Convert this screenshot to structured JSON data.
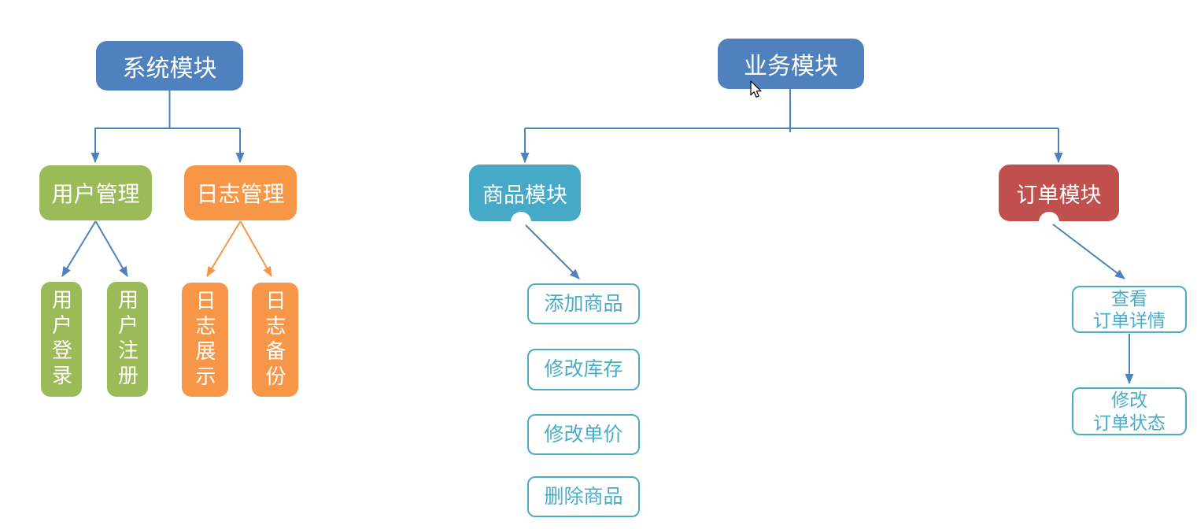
{
  "palette": {
    "canvas_bg": "#FFFFFF",
    "root_blue": "#4E81BD",
    "user_green": "#9BBB59",
    "log_orange": "#F79646",
    "goods_teal": "#47A9C8",
    "order_red": "#C0504D",
    "connector_blue": "#4F81BD",
    "connector_orange": "#F79646",
    "leaf_teal": "#4BACC6",
    "node_text": "#FFFFFF"
  },
  "left_tree": {
    "root": {
      "label": "系统模块"
    },
    "branches": [
      {
        "label": "用户管理",
        "children": [
          "用户登录",
          "用户注册"
        ]
      },
      {
        "label": "日志管理",
        "children": [
          "日志展示",
          "日志备份"
        ]
      }
    ]
  },
  "right_tree": {
    "root": {
      "label": "业务模块"
    },
    "branches": [
      {
        "label": "商品模块",
        "children": [
          "添加商品",
          "修改库存",
          "修改单价",
          "删除商品"
        ]
      },
      {
        "label": "订单模块",
        "children": [
          "查看\n订单详情",
          "修改\n订单状态"
        ]
      }
    ]
  },
  "icons": {
    "cursor": "arrow-pointer"
  }
}
